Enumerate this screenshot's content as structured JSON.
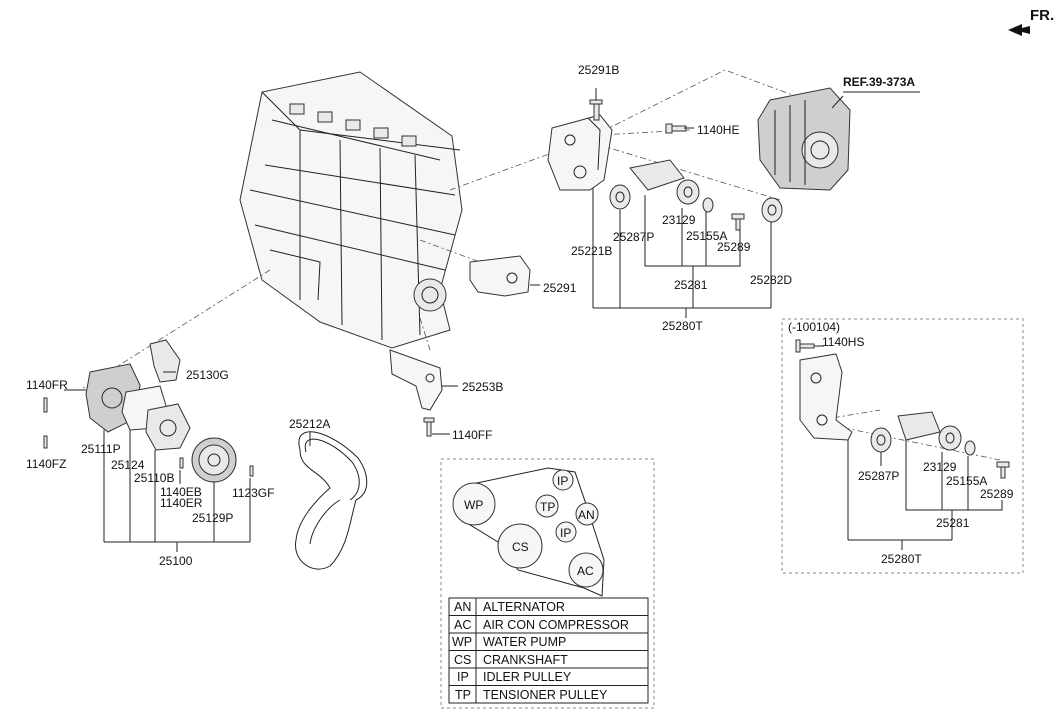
{
  "direction": {
    "label": "FR."
  },
  "reference": {
    "label": "REF.39-373A"
  },
  "variant_box": {
    "label": "(-100104)"
  },
  "part_labels": {
    "p25291B": "25291B",
    "p1140HE": "1140HE",
    "p23129_top": "23129",
    "p25155A_top": "25155A",
    "p25287P_top": "25287P",
    "p25221B": "25221B",
    "p25289_top": "25289",
    "p25281_top": "25281",
    "p25282D": "25282D",
    "p25280T_top": "25280T",
    "p25291": "25291",
    "p25130G": "25130G",
    "p25253B": "25253B",
    "p1140FF": "1140FF",
    "p1140FR": "1140FR",
    "p1140FZ": "1140FZ",
    "p25111P": "25111P",
    "p25124": "25124",
    "p25110B": "25110B",
    "p1140EB": "1140EB",
    "p1140ER": "1140ER",
    "p1123GF": "1123GF",
    "p25129P": "25129P",
    "p25100": "25100",
    "p25212A": "25212A",
    "p1140HS": "1140HS",
    "p25287P_box": "25287P",
    "p23129_box": "23129",
    "p25155A_box": "25155A",
    "p25289_box": "25289",
    "p25281_box": "25281",
    "p25280T_box": "25280T"
  },
  "belt_routing": {
    "pulleys": [
      "WP",
      "IP",
      "TP",
      "AN",
      "CS",
      "IP",
      "AC"
    ]
  },
  "legend": {
    "rows": [
      {
        "code": "AN",
        "name": "ALTERNATOR"
      },
      {
        "code": "AC",
        "name": "AIR CON COMPRESSOR"
      },
      {
        "code": "WP",
        "name": "WATER PUMP"
      },
      {
        "code": "CS",
        "name": "CRANKSHAFT"
      },
      {
        "code": "IP",
        "name": "IDLER PULLEY"
      },
      {
        "code": "TP",
        "name": "TENSIONER PULLEY"
      }
    ]
  }
}
